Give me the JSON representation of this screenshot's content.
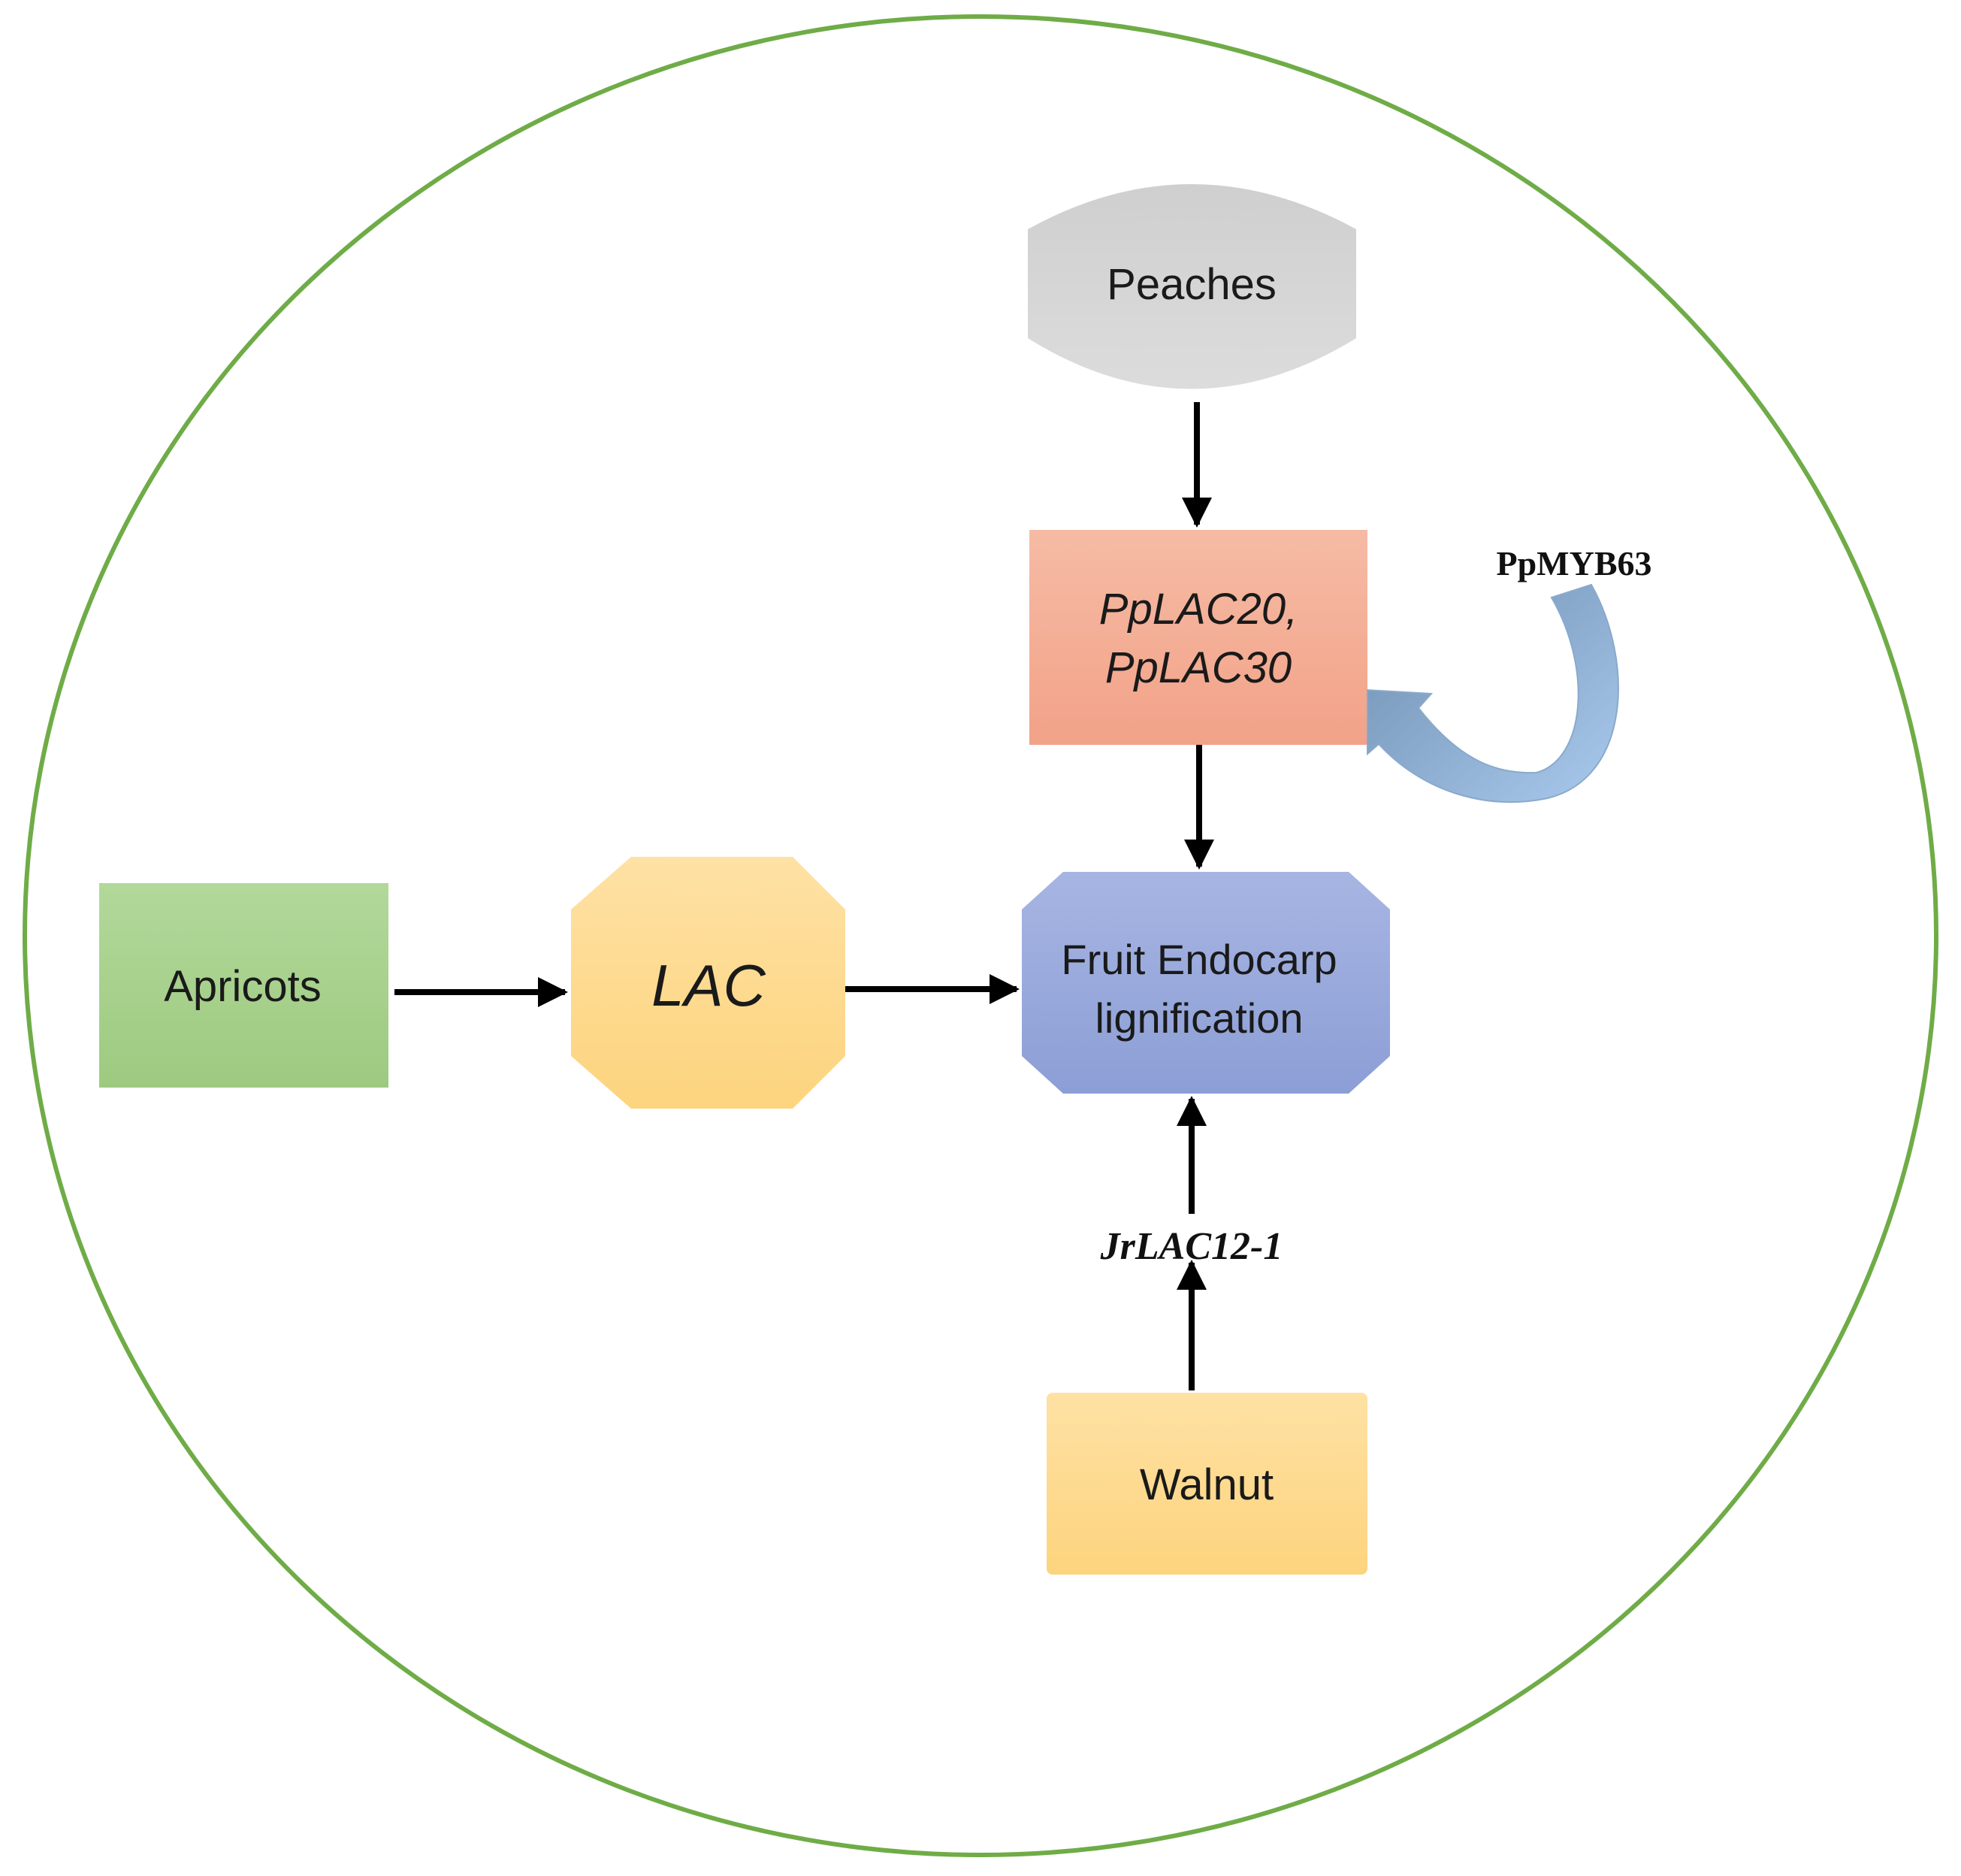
{
  "colors": {
    "circle_border": "#6fac47",
    "peaches_fill": "#d6d6d6",
    "pplac_fill": "#f4ad92",
    "endocarp_fill": "#98a8dc",
    "lac_fill": "#fed98b",
    "apricots_fill": "#a9d18e",
    "walnut_fill": "#fed98b",
    "curved_arrow": "#8fb3da",
    "arrow": "#000000"
  },
  "nodes": {
    "peaches": {
      "label": "Peaches"
    },
    "pplac": {
      "line1": "PpLAC20,",
      "line2": "PpLAC30"
    },
    "endocarp": {
      "line1": "Fruit Endocarp",
      "line2": "lignification"
    },
    "lac": {
      "label": "LAC"
    },
    "apricots": {
      "label": "Apricots"
    },
    "walnut": {
      "label": "Walnut"
    }
  },
  "regulators": {
    "ppmyb63": "PpMYB63",
    "jrlac12": "JrLAC12-1"
  },
  "edges": [
    {
      "from": "Peaches",
      "to": "PpLAC20, PpLAC30"
    },
    {
      "from": "PpLAC20, PpLAC30",
      "to": "Fruit Endocarp lignification"
    },
    {
      "from": "Apricots",
      "to": "LAC"
    },
    {
      "from": "LAC",
      "to": "Fruit Endocarp lignification"
    },
    {
      "from": "Walnut",
      "to": "Fruit Endocarp lignification",
      "via": "JrLAC12-1"
    },
    {
      "from": "PpMYB63",
      "to": "PpLAC20, PpLAC30"
    }
  ]
}
